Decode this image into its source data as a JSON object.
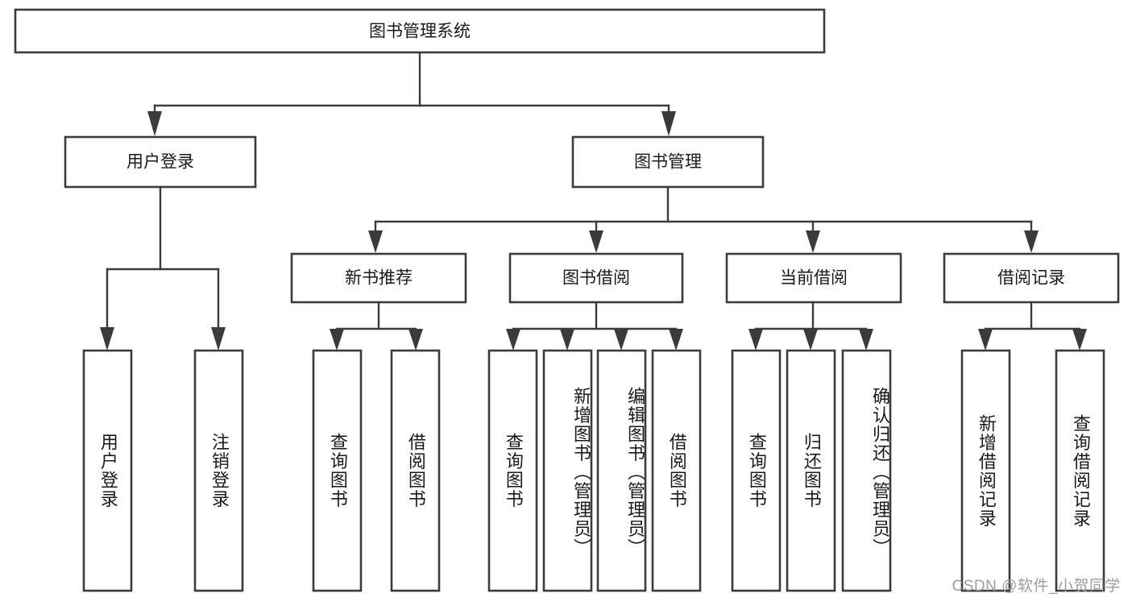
{
  "diagram": {
    "title": "图书管理系统",
    "type": "hierarchy-tree",
    "root": {
      "id": "root",
      "label": "图书管理系统",
      "orientation": "horizontal"
    },
    "level1": [
      {
        "id": "user-login",
        "label": "用户登录",
        "orientation": "horizontal"
      },
      {
        "id": "book-manage",
        "label": "图书管理",
        "orientation": "horizontal"
      }
    ],
    "level2": [
      {
        "id": "new-book-recommend",
        "label": "新书推荐",
        "parent": "book-manage",
        "orientation": "horizontal"
      },
      {
        "id": "book-borrow",
        "label": "图书借阅",
        "parent": "book-manage",
        "orientation": "horizontal"
      },
      {
        "id": "current-borrow",
        "label": "当前借阅",
        "parent": "book-manage",
        "orientation": "horizontal"
      },
      {
        "id": "borrow-record",
        "label": "借阅记录",
        "parent": "book-manage",
        "orientation": "horizontal"
      }
    ],
    "leaves": [
      {
        "id": "leaf-user-login",
        "label": "用户登录",
        "parent": "user-login",
        "orientation": "vertical"
      },
      {
        "id": "leaf-logout",
        "label": "注销登录",
        "parent": "user-login",
        "orientation": "vertical"
      },
      {
        "id": "leaf-query-book-1",
        "label": "查询图书",
        "parent": "new-book-recommend",
        "orientation": "vertical"
      },
      {
        "id": "leaf-borrow-book-1",
        "label": "借阅图书",
        "parent": "new-book-recommend",
        "orientation": "vertical"
      },
      {
        "id": "leaf-query-book-2",
        "label": "查询图书",
        "parent": "book-borrow",
        "orientation": "vertical"
      },
      {
        "id": "leaf-add-book",
        "label": "新增图书（管理员）",
        "parent": "book-borrow",
        "orientation": "vertical"
      },
      {
        "id": "leaf-edit-book",
        "label": "编辑图书（管理员）",
        "parent": "book-borrow",
        "orientation": "vertical"
      },
      {
        "id": "leaf-borrow-book-2",
        "label": "借阅图书",
        "parent": "book-borrow",
        "orientation": "vertical"
      },
      {
        "id": "leaf-query-book-3",
        "label": "查询图书",
        "parent": "current-borrow",
        "orientation": "vertical"
      },
      {
        "id": "leaf-return-book",
        "label": "归还图书",
        "parent": "current-borrow",
        "orientation": "vertical"
      },
      {
        "id": "leaf-confirm-return",
        "label": "确认归还（管理员）",
        "parent": "current-borrow",
        "orientation": "vertical"
      },
      {
        "id": "leaf-add-record",
        "label": "新增借阅记录",
        "parent": "borrow-record",
        "orientation": "vertical"
      },
      {
        "id": "leaf-query-record",
        "label": "查询借阅记录",
        "parent": "borrow-record",
        "orientation": "vertical"
      }
    ],
    "watermark": "CSDN @软件_小贺同学",
    "colors": {
      "box_stroke": "#3b3b3b",
      "box_fill": "#ffffff",
      "text": "#1a1a1a",
      "connector": "#3b3b3b",
      "background": "#ffffff",
      "watermark": "#9d9d9d"
    }
  }
}
